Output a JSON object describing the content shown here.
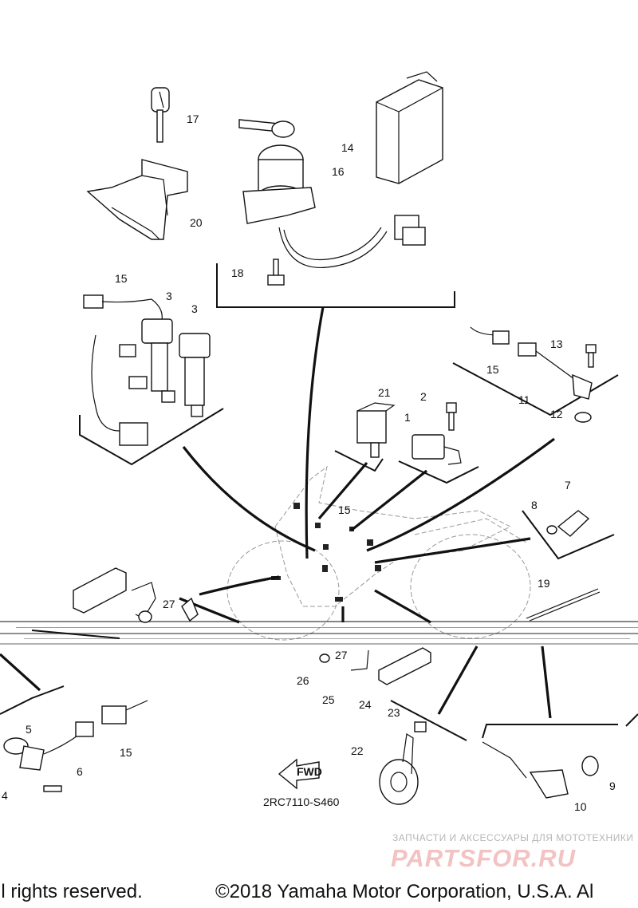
{
  "diagram": {
    "code": "2RC7110-S460",
    "fwd_label": "FWD",
    "callouts": [
      "1",
      "2",
      "3",
      "3",
      "4",
      "5",
      "6",
      "7",
      "8",
      "9",
      "10",
      "11",
      "12",
      "13",
      "14",
      "15",
      "15",
      "15",
      "15",
      "16",
      "17",
      "18",
      "19",
      "20",
      "21",
      "22",
      "23",
      "24",
      "25",
      "26",
      "27",
      "27"
    ]
  },
  "watermark": {
    "tagline": "ЗАПЧАСТИ И АКСЕССУАРЫ ДЛЯ МОТОТЕХНИКИ",
    "logo": "PARTSFOR.RU"
  },
  "footer": {
    "rights": "ll rights reserved.",
    "copyright": "©2018 Yamaha Motor Corporation, U.S.A. Al"
  }
}
